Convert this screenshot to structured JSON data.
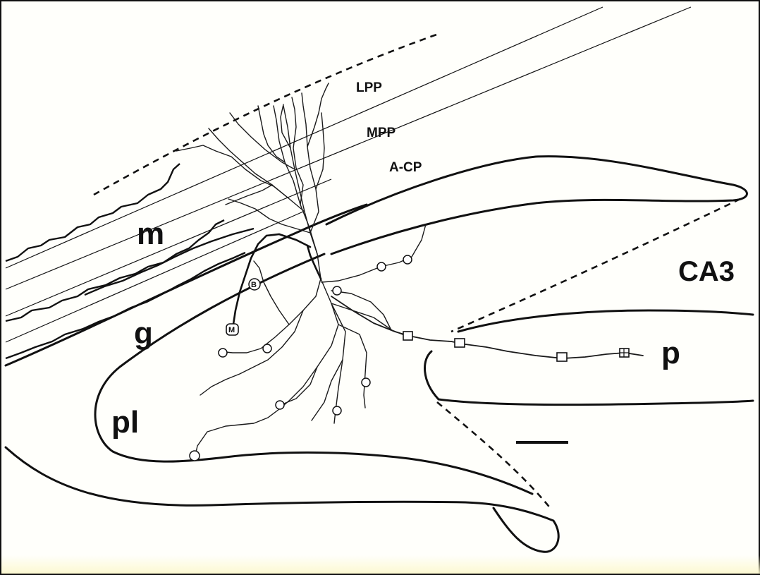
{
  "labels": {
    "molecular_layer": "m",
    "granule_layer": "g",
    "polymorphic_layer": "pl",
    "ca3": "CA3",
    "pyramidal_layer": "p",
    "lpp": "LPP",
    "mpp": "MPP",
    "acp": "A-CP",
    "marker_b": "B",
    "marker_m": "M"
  }
}
